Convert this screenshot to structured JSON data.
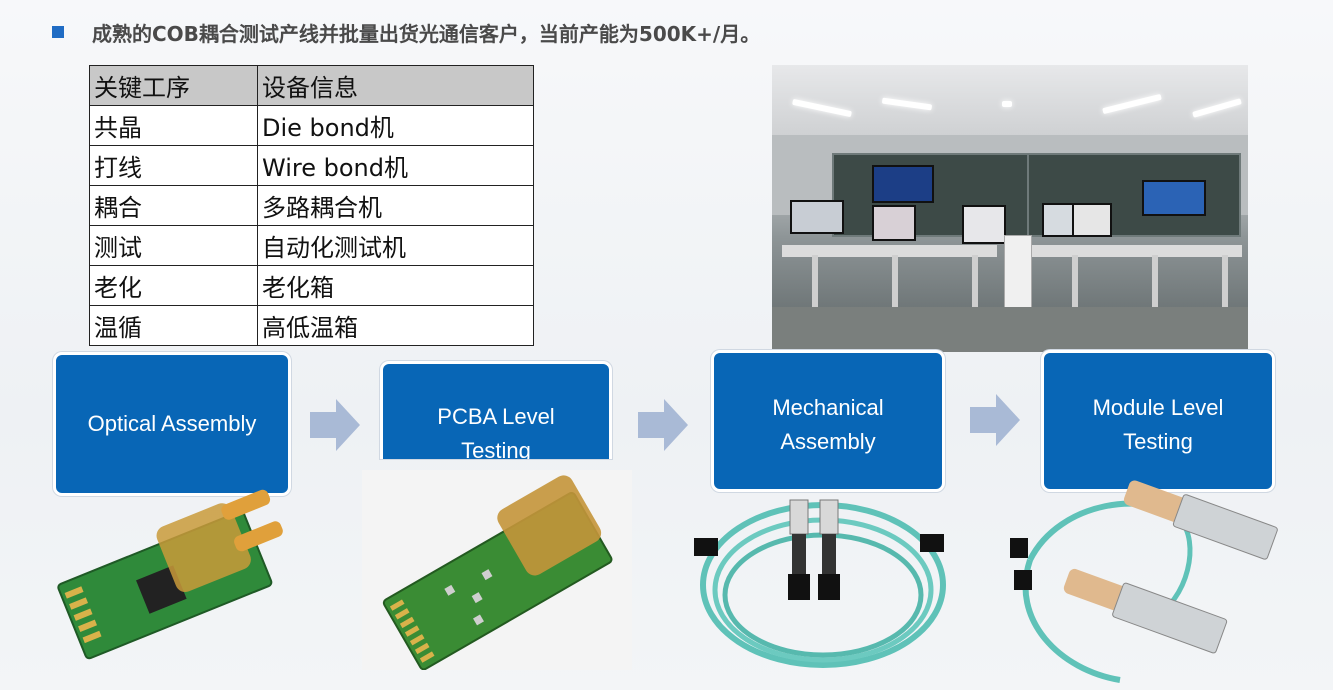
{
  "header": {
    "title": "成熟的COB耦合测试产线并批量出货光通信客户，当前产能为500K+/月。"
  },
  "process_table": {
    "columns": [
      "关键工序",
      "设备信息"
    ],
    "rows": [
      [
        "共晶",
        "Die bond机"
      ],
      [
        "打线",
        "Wire bond机"
      ],
      [
        "耦合",
        "多路耦合机"
      ],
      [
        "测试",
        "自动化测试机"
      ],
      [
        "老化",
        "老化箱"
      ],
      [
        "温循",
        "高低温箱"
      ]
    ]
  },
  "steps": [
    {
      "label": "Optical  Assembly"
    },
    {
      "label": "PCBA Level\nTesting"
    },
    {
      "label": "Mechanical\nAssembly"
    },
    {
      "label": "Module Level\nTesting"
    }
  ],
  "colors": {
    "accent": "#0866b6",
    "bullet": "#1f6cc4",
    "arrow": "#a9bad6",
    "table_header_bg": "#c8c8c8"
  },
  "icons": {
    "bullet": "square-bullet-icon",
    "arrow": "right-arrow-icon"
  }
}
